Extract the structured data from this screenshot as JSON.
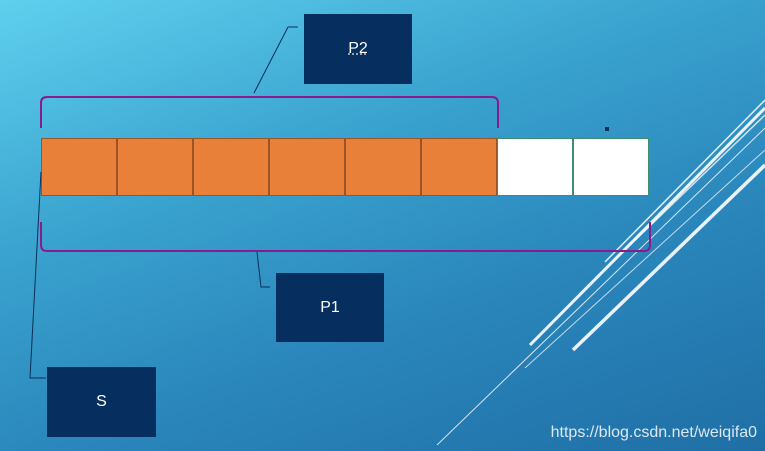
{
  "diagram": {
    "array": {
      "filled_count": 6,
      "empty_count": 2
    },
    "labels": {
      "p2": "P2",
      "p1": "P1",
      "s": "S"
    },
    "colors": {
      "filled": "#e8803a",
      "empty": "#ffffff",
      "bracket": "#8b1a8f",
      "label_bg": "#062e5e"
    }
  },
  "watermark": "https://blog.csdn.net/weiqifa0"
}
